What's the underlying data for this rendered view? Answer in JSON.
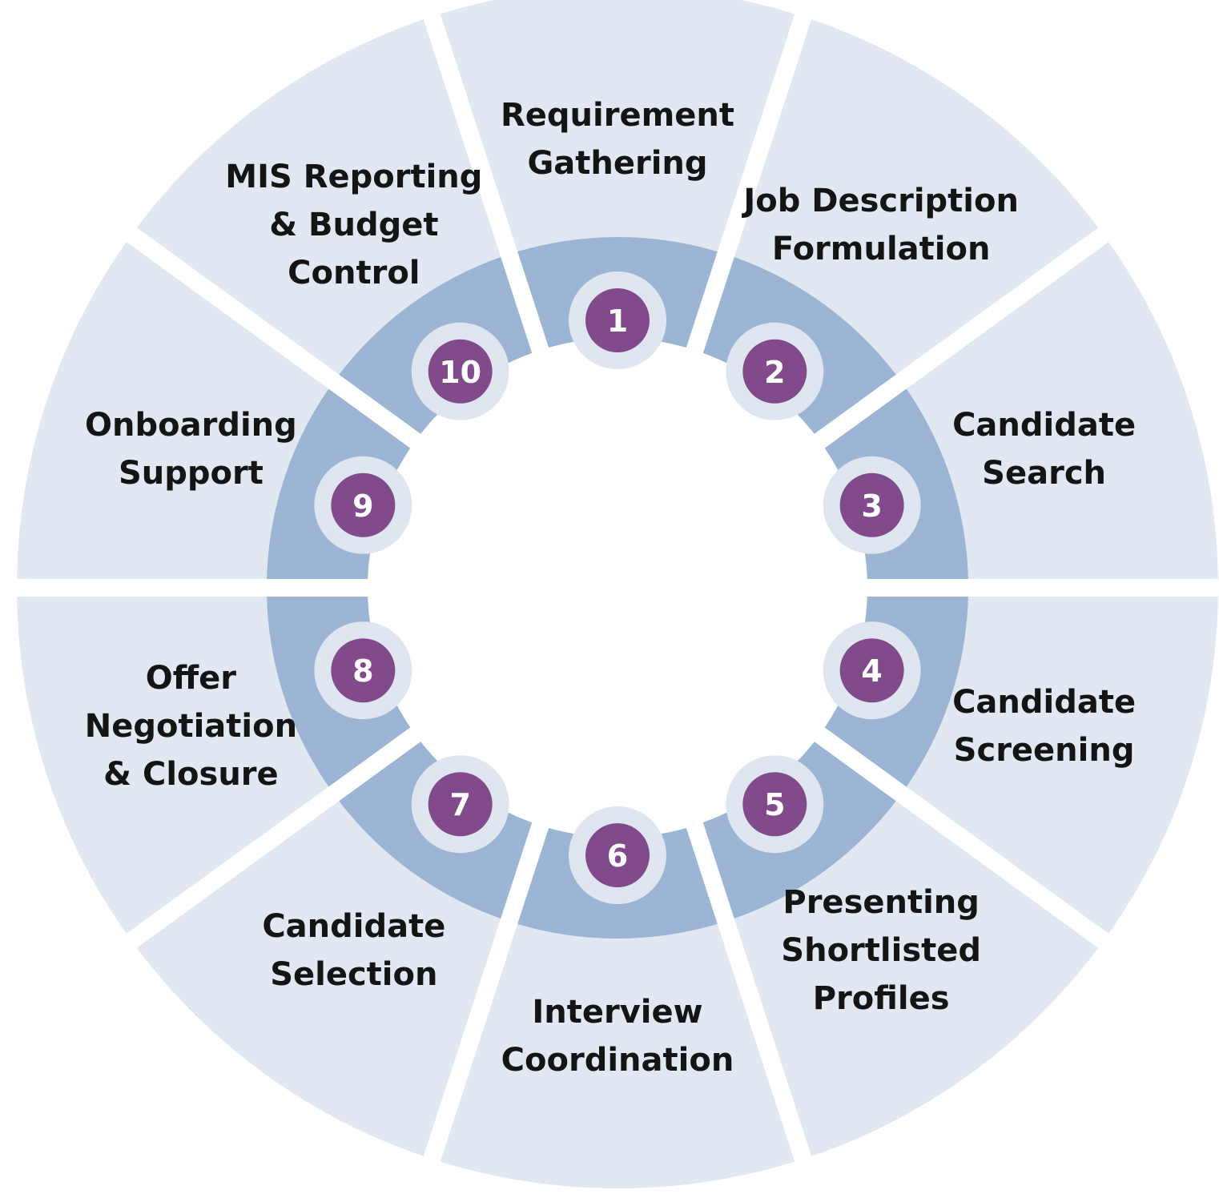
{
  "diagram": {
    "colors": {
      "outer_ring": "#e1e8f2",
      "inner_ring": "#9db5d5",
      "badge_ring": "#dfe6f0",
      "badge_fill": "#804a8b",
      "badge_text": "#ffffff",
      "label_text": "#141414"
    },
    "steps": [
      {
        "number": "1",
        "lines": [
          "Requirement",
          "Gathering"
        ]
      },
      {
        "number": "2",
        "lines": [
          "Job Description",
          "Formulation"
        ]
      },
      {
        "number": "3",
        "lines": [
          "Candidate",
          "Search"
        ]
      },
      {
        "number": "4",
        "lines": [
          "Candidate",
          "Screening"
        ]
      },
      {
        "number": "5",
        "lines": [
          "Presenting",
          "Shortlisted",
          "Profiles"
        ]
      },
      {
        "number": "6",
        "lines": [
          "Interview",
          "Coordination"
        ]
      },
      {
        "number": "7",
        "lines": [
          "Candidate",
          "Selection"
        ]
      },
      {
        "number": "8",
        "lines": [
          "Offer",
          "Negotiation",
          "& Closure"
        ]
      },
      {
        "number": "9",
        "lines": [
          "Onboarding",
          "Support"
        ]
      },
      {
        "number": "10",
        "lines": [
          "MIS Reporting",
          "& Budget",
          "Control"
        ]
      }
    ]
  }
}
